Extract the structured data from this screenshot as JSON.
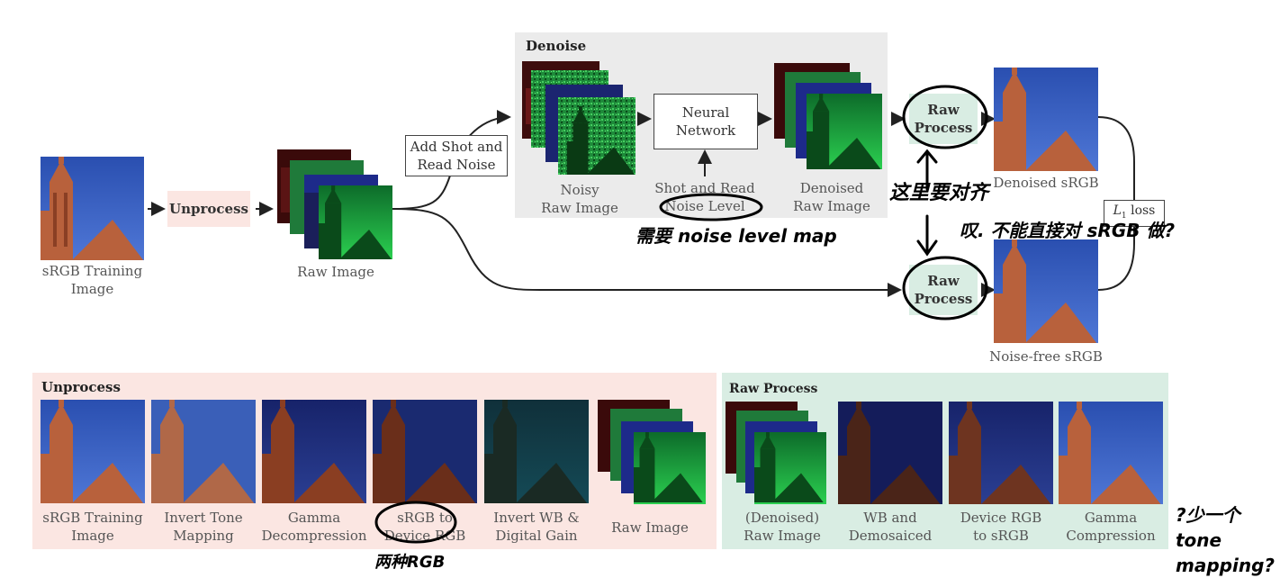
{
  "main": {
    "srgb_caption": "sRGB Training Image",
    "srgb_caption_l1": "sRGB Training",
    "srgb_caption_l2": "Image",
    "unprocess_label": "Unprocess",
    "raw_image_caption": "Raw Image",
    "add_noise_l1": "Add Shot and",
    "add_noise_l2": "Read Noise",
    "denoise_title": "Denoise",
    "noisy_l1": "Noisy",
    "noisy_l2": "Raw Image",
    "nn_l1": "Neural",
    "nn_l2": "Network",
    "shot_read_l1": "Shot and Read",
    "shot_read_l2": "Noise Level",
    "denoised_l1": "Denoised",
    "denoised_l2": "Raw Image",
    "raw_process_l1": "Raw",
    "raw_process_l2": "Process",
    "denoised_srgb": "Denoised sRGB",
    "noisefree_srgb": "Noise-free sRGB",
    "loss_label": "L",
    "loss_sub": "1",
    "loss_word": "loss"
  },
  "unprocess_panel": {
    "title": "Unprocess",
    "steps": [
      {
        "l1": "sRGB Training",
        "l2": "Image"
      },
      {
        "l1": "Invert Tone",
        "l2": "Mapping"
      },
      {
        "l1": "Gamma",
        "l2": "Decompression"
      },
      {
        "l1": "sRGB to",
        "l2": "Device RGB"
      },
      {
        "l1": "Invert WB &",
        "l2": "Digital Gain"
      },
      {
        "l1": "Raw Image",
        "l2": ""
      }
    ]
  },
  "raw_process_panel": {
    "title": "Raw Process",
    "steps": [
      {
        "l1": "(Denoised)",
        "l2": "Raw Image"
      },
      {
        "l1": "WB and",
        "l2": "Demosaiced"
      },
      {
        "l1": "Device RGB",
        "l2": "to sRGB"
      },
      {
        "l1": "Gamma",
        "l2": "Compression"
      }
    ]
  },
  "handwritten": {
    "need_noise_map": "需要 noise level map",
    "here_compare": "这里要对齐",
    "why_not_srgb": "叹. 不能直接对 sRGB 做?",
    "two_rgb": "两种RGB",
    "tone_mapping": "?少一个tone mapping?"
  },
  "colors": {
    "unprocess_bg": "#fbe6e2",
    "rawprocess_bg": "#d9ede3",
    "denoise_bg": "#ebebeb"
  }
}
